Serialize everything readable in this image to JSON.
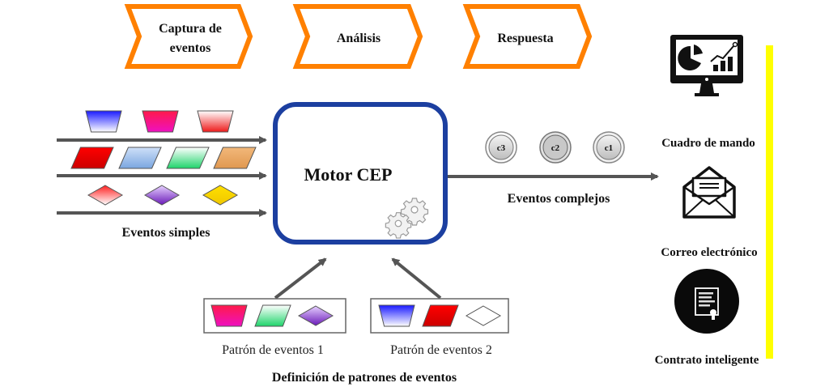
{
  "stages": [
    {
      "label_lines": [
        "Captura de",
        "eventos"
      ]
    },
    {
      "label_lines": [
        "Análisis"
      ]
    },
    {
      "label_lines": [
        "Respuesta"
      ]
    }
  ],
  "engine": {
    "label": "Motor CEP",
    "icon": "gears-icon"
  },
  "simple_events": {
    "label": "Eventos simples",
    "rows": [
      [
        {
          "shape": "trapezoid",
          "color_top": "#1a1aff",
          "color_bottom": "#ffffff"
        },
        {
          "shape": "trapezoid",
          "color_top": "#ff1a4a",
          "color_bottom": "#ee10c0"
        },
        {
          "shape": "trapezoid",
          "color_top": "#ffffff",
          "color_bottom": "#ee1a1a"
        }
      ],
      [
        {
          "shape": "parallelogram",
          "color_top": "#ff0000",
          "color_bottom": "#cc0000"
        },
        {
          "shape": "parallelogram",
          "color_top": "#cfe0f8",
          "color_bottom": "#7aa6e0"
        },
        {
          "shape": "parallelogram",
          "color_top": "#ffffff",
          "color_bottom": "#1ed46a"
        },
        {
          "shape": "parallelogram",
          "color_top": "#f2b87a",
          "color_bottom": "#e09850"
        }
      ],
      [
        {
          "shape": "diamond",
          "color_top": "#ff2020",
          "color_bottom": "#ffffff"
        },
        {
          "shape": "diamond",
          "color_top": "#e6d0ff",
          "color_bottom": "#6a1ab8"
        },
        {
          "shape": "diamond",
          "color_top": "#ffe000",
          "color_bottom": "#f0c800"
        }
      ]
    ]
  },
  "complex_events": {
    "label": "Eventos complejos",
    "items": [
      "c3",
      "c2",
      "c1"
    ]
  },
  "patterns": {
    "section_label": "Definición de patrones de eventos",
    "items": [
      {
        "label": "Patrón de eventos 1",
        "shapes": [
          {
            "shape": "trapezoid",
            "color_top": "#ff1a4a",
            "color_bottom": "#ee10c0"
          },
          {
            "shape": "parallelogram",
            "color_top": "#ffffff",
            "color_bottom": "#1ed46a"
          },
          {
            "shape": "diamond",
            "color_top": "#e6d0ff",
            "color_bottom": "#6a1ab8"
          }
        ]
      },
      {
        "label": "Patrón de eventos 2",
        "shapes": [
          {
            "shape": "trapezoid",
            "color_top": "#1a1aff",
            "color_bottom": "#ffffff"
          },
          {
            "shape": "parallelogram",
            "color_top": "#ff0000",
            "color_bottom": "#cc0000"
          },
          {
            "shape": "diamond",
            "color_top": "#ffffff",
            "color_bottom": "#ffffff"
          }
        ]
      }
    ]
  },
  "outputs": [
    {
      "label": "Cuadro de mando",
      "icon": "dashboard-monitor-icon"
    },
    {
      "label": "Correo electrónico",
      "icon": "envelope-icon"
    },
    {
      "label": "Contrato inteligente",
      "icon": "contract-certificate-icon"
    }
  ],
  "colors": {
    "stage_border": "#ff8000",
    "engine_border": "#1c3fa0",
    "arrow": "#555555",
    "highlight_bar": "#ffff00"
  }
}
